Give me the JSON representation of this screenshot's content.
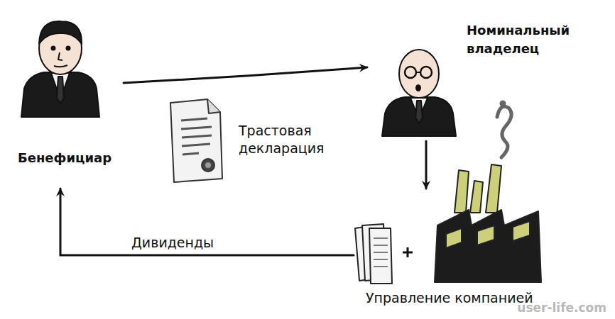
{
  "diagram": {
    "nodes": [
      {
        "text": [
          "Бенефициар"
        ]
      },
      {
        "text": [
          "Номинальный владелец"
        ]
      },
      {
        "text": [
          "Управление компанией"
        ]
      }
    ],
    "edges": [
      {
        "from": 0,
        "to": 1,
        "arrow": "to",
        "label": "Трастовая декларация"
      },
      {
        "from": 1,
        "to": 2,
        "arrow": "to"
      },
      {
        "from": 2,
        "to": 0,
        "arrow": "to",
        "label": "Дивиденды"
      }
    ],
    "labels": [
      "user-life.com"
    ]
  }
}
